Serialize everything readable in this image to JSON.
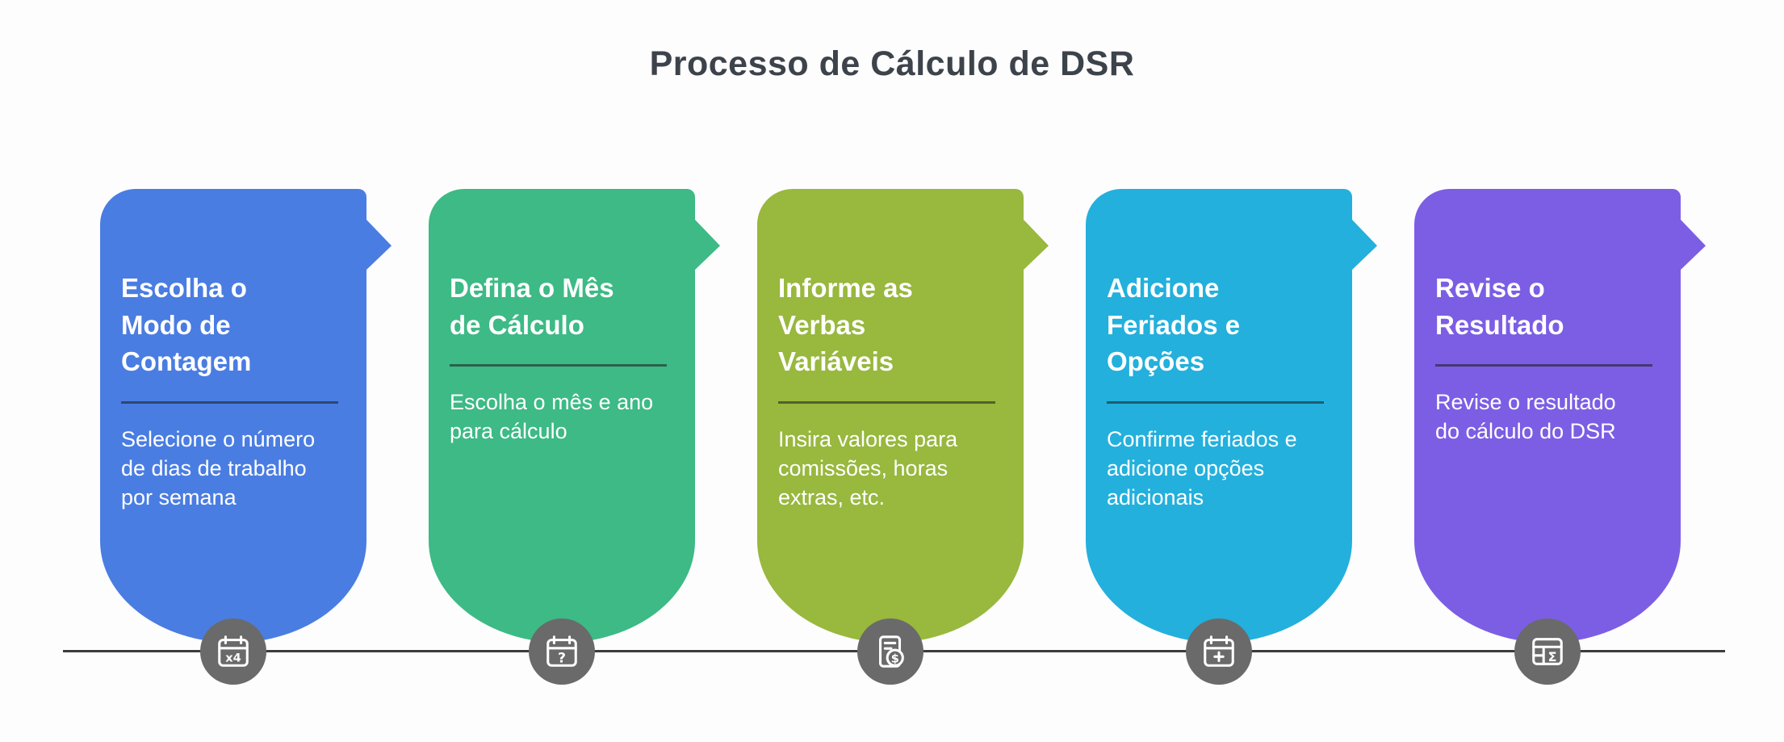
{
  "title": "Processo de Cálculo de DSR",
  "colors": {
    "timeline": "#3c3c3c",
    "icon_circle": "#6a6a6a",
    "title_text": "#3d434b"
  },
  "steps": [
    {
      "heading": "Escolha o\nModo de\nContagem",
      "description": "Selecione o número\nde dias de trabalho\npor semana",
      "color": "#4a7de2",
      "icon": "calendar-x4-icon",
      "icon_glyph": "x4"
    },
    {
      "heading": "Defina o Mês\nde Cálculo",
      "description": "Escolha o mês e ano\npara cálculo",
      "color": "#3dba85",
      "icon": "calendar-question-icon",
      "icon_glyph": "?"
    },
    {
      "heading": "Informe as\nVerbas\nVariáveis",
      "description": "Insira valores para\ncomissões, horas\nextras, etc.",
      "color": "#98b83e",
      "icon": "invoice-dollar-icon",
      "icon_glyph": "$"
    },
    {
      "heading": "Adicione\nFeriados e\nOpções",
      "description": "Confirme feriados e\nadicione opções\nadicionais",
      "color": "#23b0dc",
      "icon": "calendar-plus-icon",
      "icon_glyph": "+"
    },
    {
      "heading": "Revise o\nResultado",
      "description": "Revise o resultado\ndo cálculo do DSR",
      "color": "#7c5ee4",
      "icon": "table-sum-icon",
      "icon_glyph": "Σ"
    }
  ]
}
